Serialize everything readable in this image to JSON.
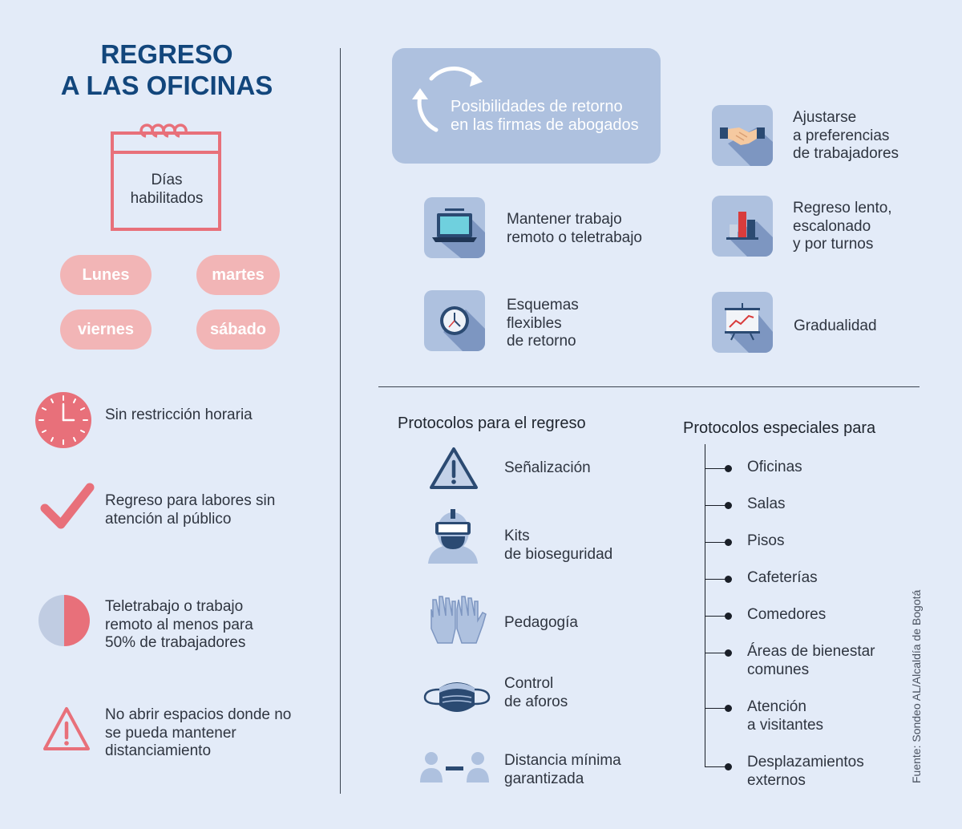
{
  "title": {
    "line1": "REGRESO",
    "line2": "A LAS OFICINAS"
  },
  "calendar": {
    "line1": "Días",
    "line2": "habilitados"
  },
  "days": [
    "Lunes",
    "martes",
    "viernes",
    "sábado"
  ],
  "left_items": [
    {
      "icon": "clock-icon",
      "lines": [
        "Sin restricción horaria"
      ]
    },
    {
      "icon": "checkmark-icon",
      "lines": [
        "Regreso para labores sin",
        "atención al público"
      ]
    },
    {
      "icon": "half-circle-icon",
      "lines": [
        "Teletrabajo o trabajo",
        "remoto al menos para",
        "50% de trabajadores"
      ]
    },
    {
      "icon": "warning-icon",
      "lines": [
        "No abrir espacios donde no",
        "se pueda mantener",
        "distanciamiento"
      ]
    }
  ],
  "banner": {
    "line1": "Posibilidades de retorno",
    "line2": "en las firmas de abogados"
  },
  "options": [
    {
      "icon": "laptop-icon",
      "lines": [
        "Mantener trabajo",
        "remoto o teletrabajo"
      ]
    },
    {
      "icon": "wall-clock-icon",
      "lines": [
        "Esquemas",
        "flexibles",
        "de retorno"
      ]
    },
    {
      "icon": "handshake-icon",
      "lines": [
        "Ajustarse",
        "a preferencias",
        "de trabajadores"
      ]
    },
    {
      "icon": "bar-chart-icon",
      "lines": [
        "Regreso lento,",
        "escalonado",
        "y por turnos"
      ]
    },
    {
      "icon": "presentation-chart-icon",
      "lines": [
        "Gradualidad"
      ]
    }
  ],
  "protocols": {
    "heading": "Protocolos para el regreso",
    "items": [
      {
        "icon": "warning-sign-icon",
        "lines": [
          "Señalización"
        ]
      },
      {
        "icon": "biosecurity-kit-icon",
        "lines": [
          "Kits",
          "de bioseguridad"
        ]
      },
      {
        "icon": "gloves-icon",
        "lines": [
          "Pedagogía"
        ]
      },
      {
        "icon": "face-mask-icon",
        "lines": [
          "Control",
          "de aforos"
        ]
      },
      {
        "icon": "distance-icon",
        "lines": [
          "Distancia mínima",
          "garantizada"
        ]
      }
    ]
  },
  "special": {
    "heading": "Protocolos especiales para",
    "items": [
      {
        "lines": [
          "Oficinas"
        ]
      },
      {
        "lines": [
          "Salas"
        ]
      },
      {
        "lines": [
          "Pisos"
        ]
      },
      {
        "lines": [
          "Cafeterías"
        ]
      },
      {
        "lines": [
          "Comedores"
        ]
      },
      {
        "lines": [
          "Áreas de bienestar",
          "comunes"
        ]
      },
      {
        "lines": [
          "Atención",
          "a visitantes"
        ]
      },
      {
        "lines": [
          "Desplazamientos",
          "externos"
        ]
      }
    ]
  },
  "source": "Fuente: Sondeo AL/Alcaldía de Bogotá",
  "colors": {
    "background": "#e3ebf8",
    "navy": "#12467c",
    "coral": "#e8707a",
    "pink_pill": "#f2b5b6",
    "icon_box": "#aec1df",
    "dark_blue": "#2b4a72"
  }
}
